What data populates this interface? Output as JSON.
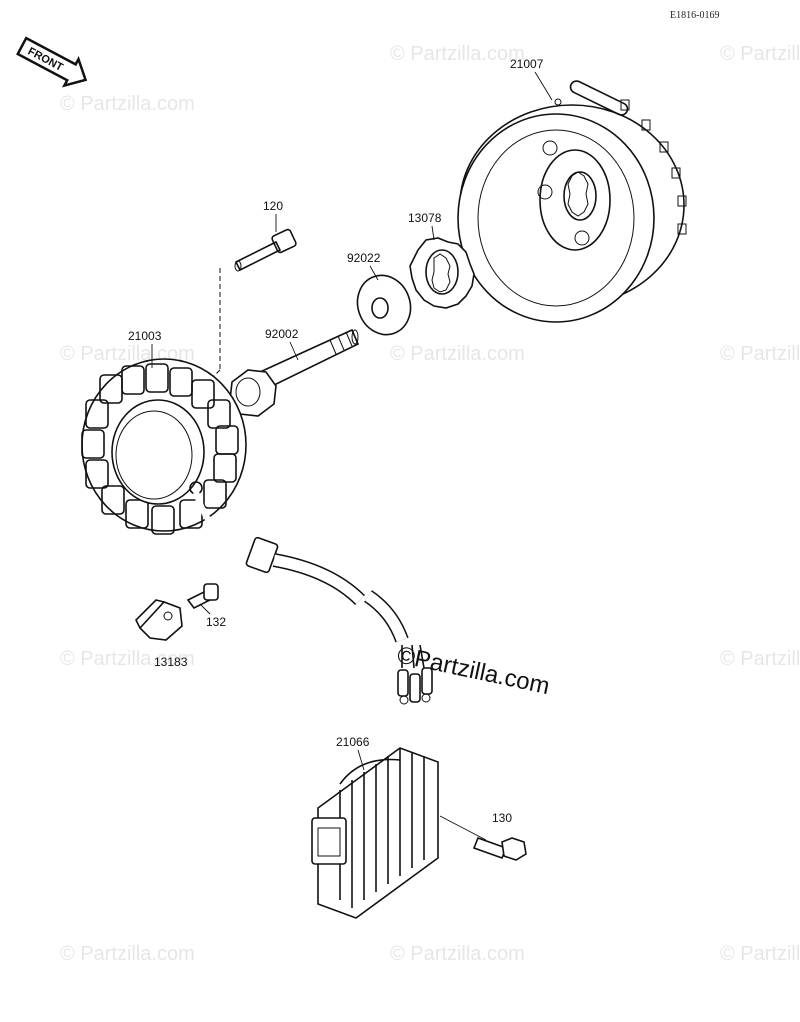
{
  "diagram_code": "E1816-0169",
  "front_arrow_text": "FRONT",
  "watermark": {
    "small": "© Partzilla.com",
    "main": "©Partzilla.com"
  },
  "parts": {
    "p21007": "21007",
    "p120": "120",
    "p13078": "13078",
    "p92022": "92022",
    "p21003": "21003",
    "p92002": "92002",
    "p132": "132",
    "p13183": "13183",
    "p21066": "21066",
    "p130": "130"
  }
}
